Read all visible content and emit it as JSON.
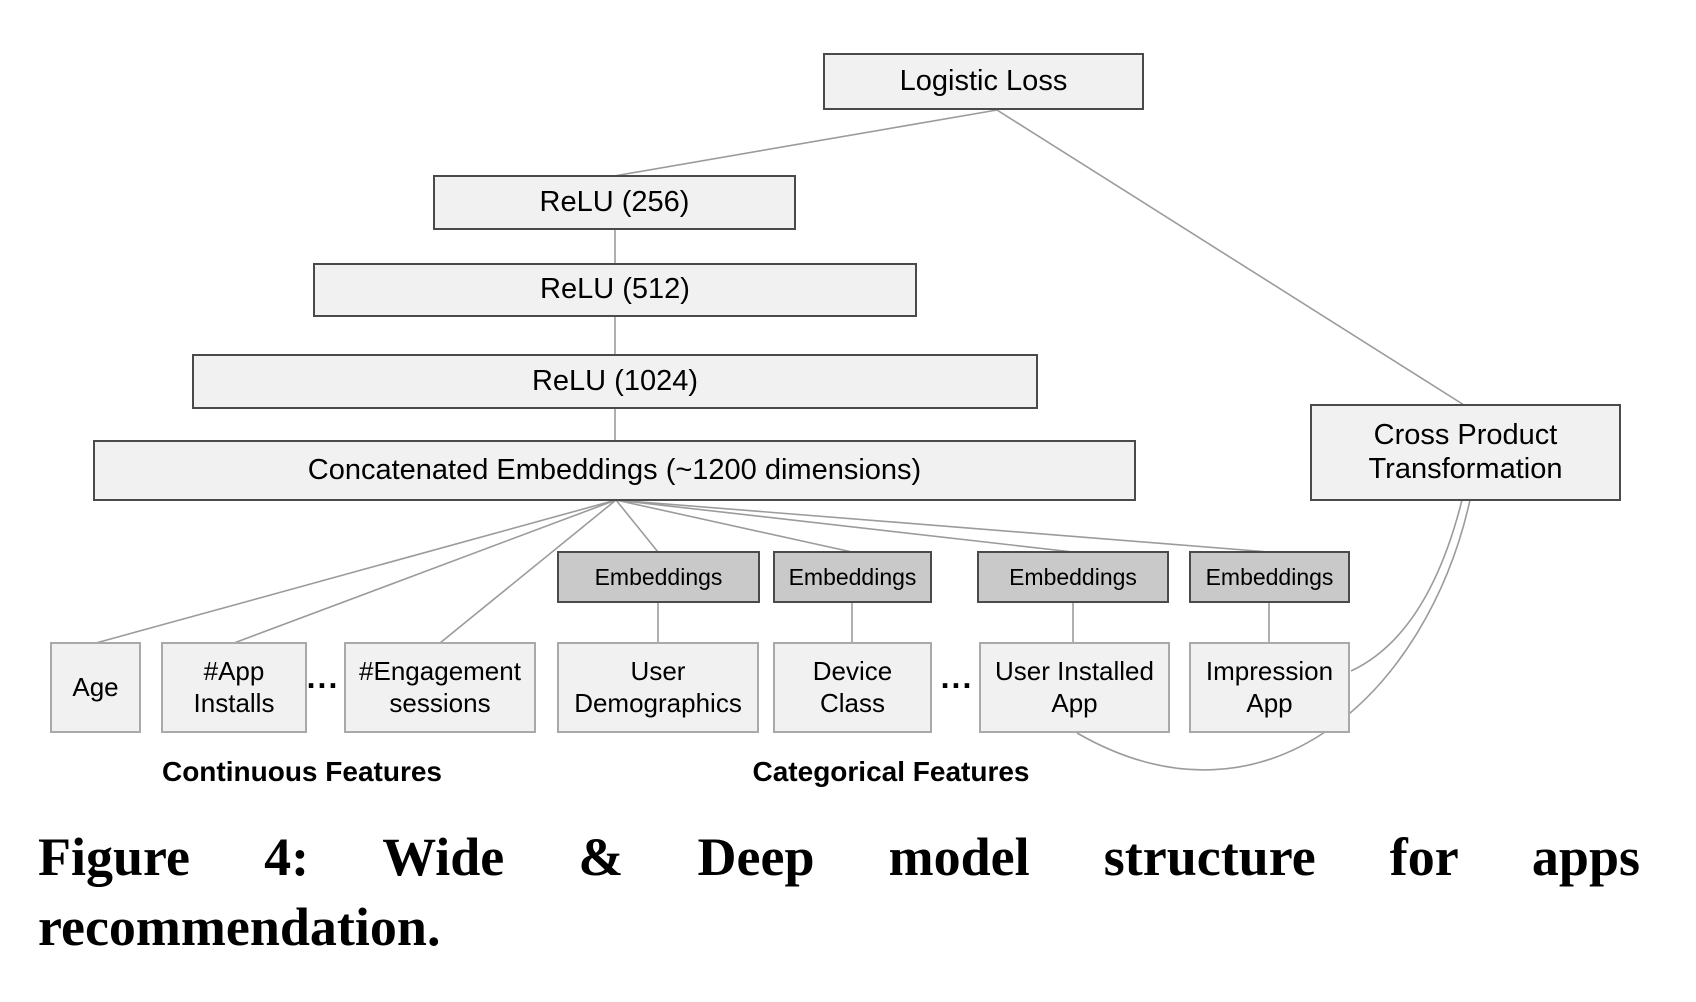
{
  "palette": {
    "background": "#ffffff",
    "box_fill": "#f1f1f1",
    "box_border": "#4a4a4a",
    "embedding_fill": "#c9c9c9",
    "feature_box_border": "#a9a9a9",
    "connector_line": "#9b9b9b",
    "text_color": "#000000"
  },
  "diagram": {
    "nodes": {
      "logistic_loss": "Logistic Loss",
      "relu_256": "ReLU (256)",
      "relu_512": "ReLU (512)",
      "relu_1024": "ReLU (1024)",
      "concatenated_embeddings": "Concatenated Embeddings (~1200 dimensions)",
      "cross_product": "Cross Product Transformation",
      "embeddings": "Embeddings",
      "age": "Age",
      "app_installs": "#App Installs",
      "engagement_sessions": "#Engagement sessions",
      "user_demographics": "User Demographics",
      "device_class": "Device Class",
      "user_installed_app": "User Installed App",
      "impression_app": "Impression App",
      "ellipsis": "..."
    },
    "group_labels": {
      "continuous": "Continuous Features",
      "categorical": "Categorical Features"
    }
  },
  "caption": {
    "line1": "Figure 4:  Wide & Deep model structure for apps",
    "line2": "recommendation."
  }
}
